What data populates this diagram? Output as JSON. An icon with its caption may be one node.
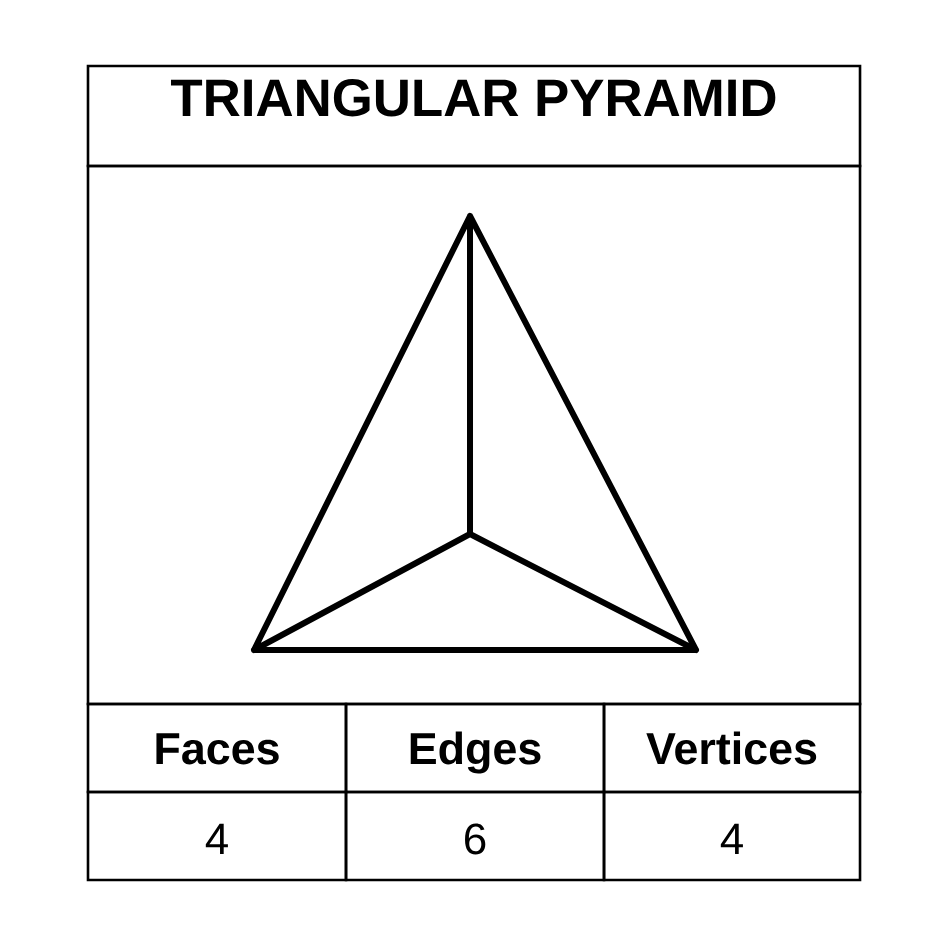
{
  "diagram": {
    "title": "TRIANGULAR PYRAMID",
    "labels": [
      "Faces",
      "Edges",
      "Vertices",
      "4",
      "6",
      "4"
    ]
  }
}
